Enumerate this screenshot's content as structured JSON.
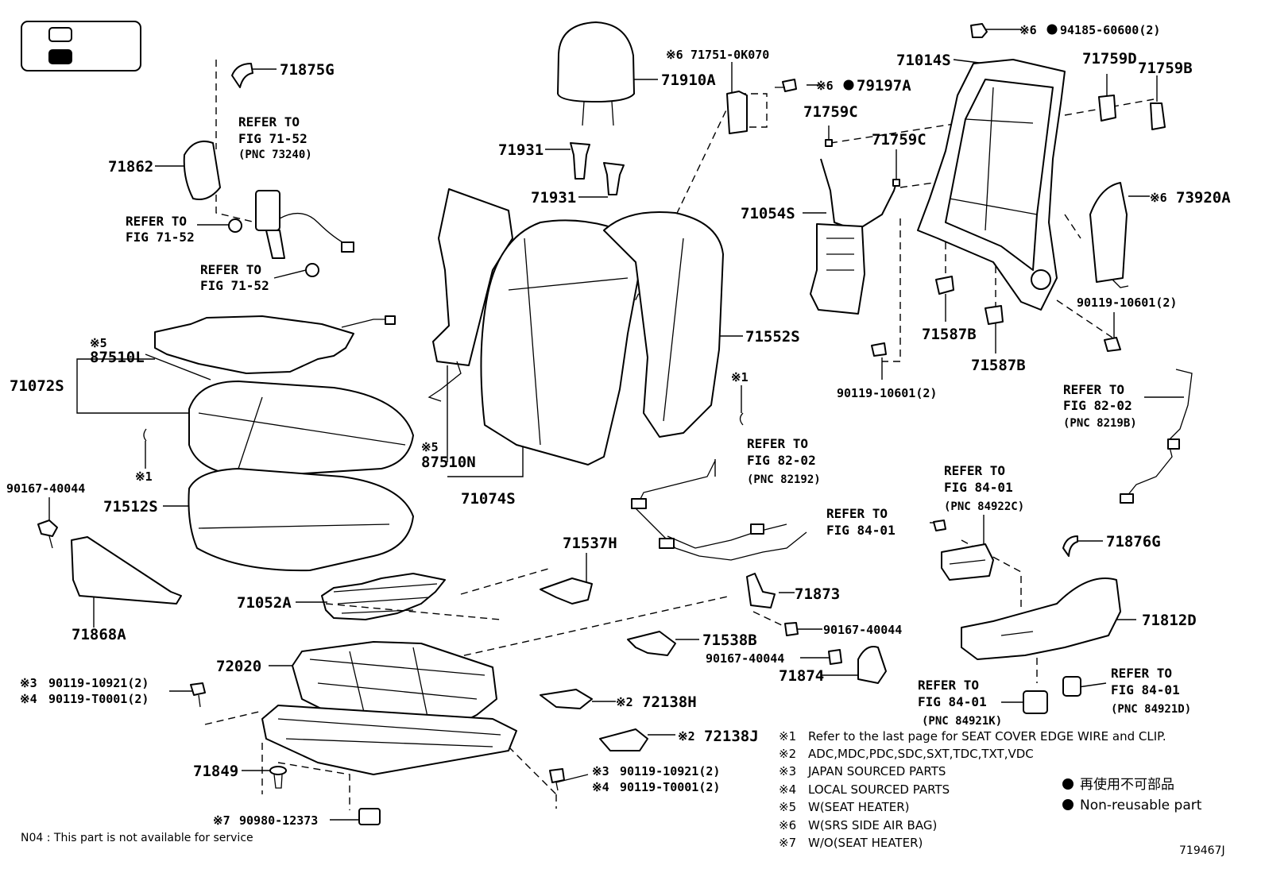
{
  "parts": {
    "p71875g": "71875G",
    "p71862": "71862",
    "p71072s": "71072S",
    "p87510l": "87510L",
    "p71512s": "71512S",
    "p90167_40044_left": "90167-40044",
    "p71868a": "71868A",
    "p71052a": "71052A",
    "p72020": "72020",
    "p90119_10921_a": "90119-10921(2)",
    "p90119_t0001_a": "90119-T0001(2)",
    "p71849": "71849",
    "p90980_12373": "90980-12373",
    "p71910a": "71910A",
    "p71931_a": "71931",
    "p71931_b": "71931",
    "p71751": "71751-0K070",
    "p87510n": "87510N",
    "p71074s": "71074S",
    "p71552s": "71552S",
    "p79197a": "79197A",
    "p71759c_a": "71759C",
    "p71759c_b": "71759C",
    "p71054s": "71054S",
    "p90119_10601_a": "90119-10601(2)",
    "p71014s": "71014S",
    "p94185": "94185-60600(2)",
    "p71759d": "71759D",
    "p71759b": "71759B",
    "p73920a": "73920A",
    "p90119_10601_b": "90119-10601(2)",
    "p71587b_a": "71587B",
    "p71587b_b": "71587B",
    "p71537h": "71537H",
    "p71873": "71873",
    "p90167_40044_a": "90167-40044",
    "p71538b": "71538B",
    "p90167_40044_b": "90167-40044",
    "p71874": "71874",
    "p72138h": "72138H",
    "p72138j": "72138J",
    "p90119_10921_b": "90119-10921(2)",
    "p90119_t0001_b": "90119-T0001(2)",
    "p71876g": "71876G",
    "p71812d": "71812D"
  },
  "marks": {
    "m1": "※1",
    "m1b": "※1",
    "m2": "※2",
    "m2b": "※2",
    "m3": "※3",
    "m3b": "※3",
    "m4": "※4",
    "m4b": "※4",
    "m5": "※5",
    "m5b": "※5",
    "m6": "※6",
    "m6b": "※6",
    "m6c": "※6",
    "m6d": "※6",
    "m7": "※7"
  },
  "refs": {
    "r1a": "REFER TO",
    "r1b": "FIG 71-52",
    "r1c": "(PNC 73240)",
    "r2a": "REFER TO",
    "r2b": "FIG 71-52",
    "r3a": "REFER TO",
    "r3b": "FIG 71-52",
    "r4a": "REFER TO",
    "r4b": "FIG 82-02",
    "r4c": "(PNC 82192)",
    "r5a": "REFER TO",
    "r5b": "FIG 82-02",
    "r5c": "(PNC 8219B)",
    "r6a": "REFER TO",
    "r6b": "FIG 84-01",
    "r6c": "(PNC 84922C)",
    "r7a": "REFER TO",
    "r7b": "FIG 84-01",
    "r8a": "REFER TO",
    "r8b": "FIG 84-01",
    "r8c": "(PNC 84921K)",
    "r9a": "REFER TO",
    "r9b": "FIG 84-01",
    "r9c": "(PNC 84921D)"
  },
  "notes": [
    {
      "mark": "※1",
      "text": "Refer to the last page for SEAT COVER EDGE WIRE and CLIP."
    },
    {
      "mark": "※2",
      "text": "ADC,MDC,PDC,SDC,SXT,TDC,TXT,VDC"
    },
    {
      "mark": "※3",
      "text": "JAPAN SOURCED PARTS"
    },
    {
      "mark": "※4",
      "text": "LOCAL SOURCED PARTS"
    },
    {
      "mark": "※5",
      "text": "W(SEAT HEATER)"
    },
    {
      "mark": "※6",
      "text": "W(SRS SIDE AIR BAG)"
    },
    {
      "mark": "※7",
      "text": "W/O(SEAT HEATER)"
    }
  ],
  "legend": {
    "non_reusable_jp": "再使用不可部品",
    "non_reusable_en": "Non-reusable part"
  },
  "footer": {
    "n04": "N04 : This part is not available for service",
    "fig_id": "719467J"
  }
}
